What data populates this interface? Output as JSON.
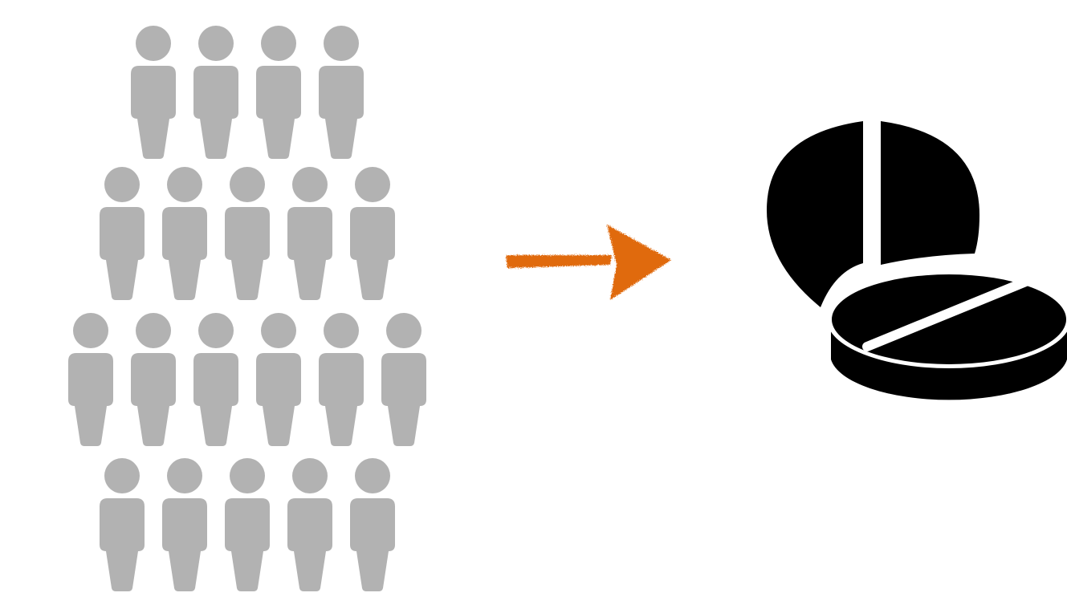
{
  "diagram": {
    "colors": {
      "background": "#ffffff",
      "person": "#b2b2b2",
      "arrow": "#e06a10",
      "pills": "#000000"
    },
    "people": {
      "icon": "person-icon",
      "rows": [
        4,
        5,
        6,
        5
      ],
      "total": 20
    },
    "arrow": {
      "icon": "arrow-right-icon",
      "style": "hand-drawn crayon"
    },
    "pills": {
      "icon": "pills-icon",
      "count": 2,
      "scored": true
    }
  }
}
